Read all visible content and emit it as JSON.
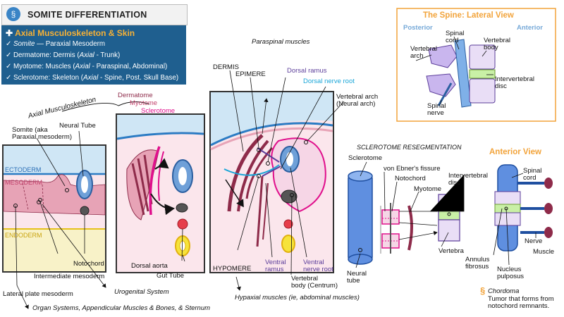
{
  "header": {
    "title": "SOMITE DIFFERENTIATION"
  },
  "summary": {
    "heading": "Axial Musculoskeleton & Skin",
    "lines": [
      {
        "check": "✓",
        "italic": "Somite",
        "rest": " — Paraxial Mesoderm"
      },
      {
        "check": "✓",
        "text": "Dermatome: Dermis (",
        "italic": "Axial",
        "rest": " - Trunk)"
      },
      {
        "check": "✓",
        "text": "Myotome: Muscles (",
        "italic": "Axial",
        "rest": " - Paraspinal, Abdominal)"
      },
      {
        "check": "✓",
        "text": "Sclerotome: Skeleton (",
        "italic": "Axial",
        "rest": " - Spine, Post. Skull Base)"
      }
    ]
  },
  "panel1": {
    "axial_label": "Axial Musculoskeleton",
    "ectoderm": "ECTODERM",
    "mesoderm": "MESODERM",
    "endoderm": "ENDODERM",
    "somite": "Somite (aka\nParaxial mesoderm)",
    "neural_tube": "Neural Tube",
    "notochord": "Notochord",
    "intermediate": "Intermediate mesoderm",
    "lateral_plate": "Lateral plate mesoderm",
    "urogenital": "Urogenital System",
    "organ_systems": "Organ Systems, Appendicular Muscles & Bones, & Sternum"
  },
  "panel2": {
    "dermatome": "Dermatome",
    "myotome": "Myotome",
    "sclerotome": "Sclerotome",
    "dorsal_aorta": "Dorsal aorta",
    "gut_tube": "Gut Tube"
  },
  "panel3": {
    "paraspinal": "Paraspinal muscles",
    "dermis": "DERMIS",
    "epimere": "EPIMERE",
    "dorsal_ramus": "Dorsal ramus",
    "dorsal_nerve_root": "Dorsal nerve root",
    "vertebral_arch": "Vertebral arch\n(Neural arch)",
    "hypomere": "HYPOMERE",
    "ventral_ramus": "Ventral\nramus",
    "ventral_nerve_root": "Ventral\nnerve root",
    "vertebral_body": "Vertebral\nbody (Centrum)",
    "hypaxial": "Hypaxial muscles (ie, abdominal muscles)"
  },
  "resegmentation": {
    "title": "SCLEROTOME RESEGMENTATION",
    "sclerotome": "Sclerotome",
    "von_ebner": "von Ebner's fissure",
    "notochord": "Notochord",
    "myotome": "Myotome",
    "intervertebral_disc": "Intervertebral\ndisc",
    "vertebra": "Vertebra",
    "neural_tube": "Neural\ntube"
  },
  "lateral_view": {
    "title": "The Spine: Lateral View",
    "posterior": "Posterior",
    "anterior": "Anterior",
    "spinal_cord": "Spinal\ncord",
    "vertebral_arch": "Vertebral\narch",
    "vertebral_body": "Vertebral\nbody",
    "intervertebral_disc": "Intervertebral\ndisc",
    "spinal_nerve": "Spinal\nnerve"
  },
  "anterior_view": {
    "title": "Anterior View",
    "spinal_cord": "Spinal\ncord",
    "nerve": "Nerve",
    "muscle": "Muscle",
    "annulus": "Annulus\nfibrosus",
    "nucleus": "Nucleus\npulposus"
  },
  "chordoma": {
    "title": "Chordoma",
    "text": "Tumor that forms from\nnotochord remnants."
  },
  "colors": {
    "ectoderm": "#cfe6f5",
    "mesoderm": "#e7a3b6",
    "endoderm": "#f8f2c8",
    "tissue": "#fbe6ec",
    "sclerotome_pink": "#e0108c",
    "myotome_maroon": "#8e2b4a",
    "neural_blue": "#6fa0d8",
    "orange": "#f2a33a",
    "navy": "#1f5f8f"
  }
}
